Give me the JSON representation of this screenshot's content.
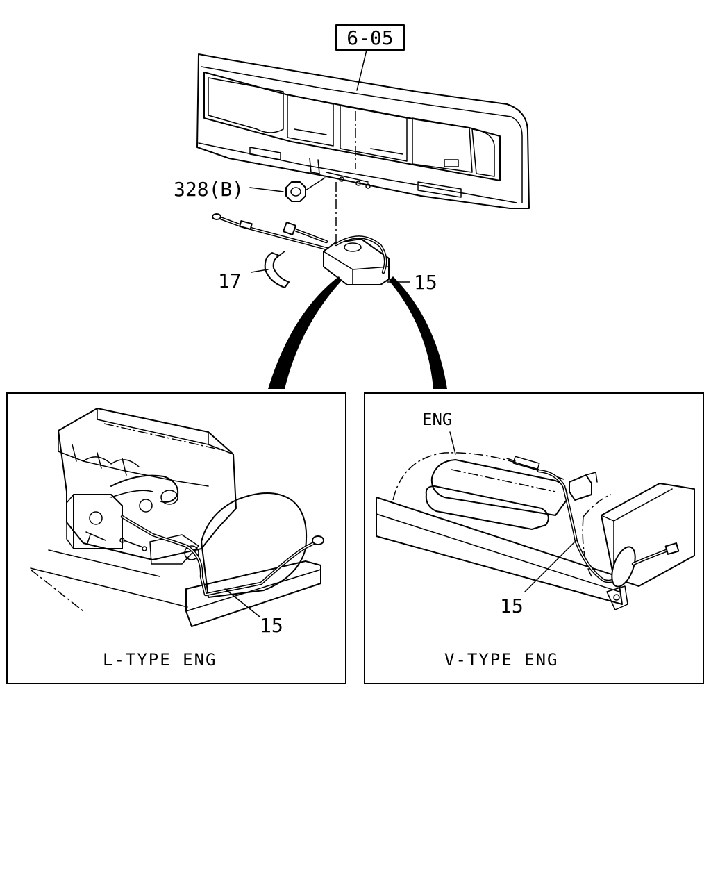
{
  "reference_box": {
    "label": "6-05"
  },
  "callouts": {
    "nut": "328(B)",
    "clip": "17",
    "harness_main": "15",
    "harness_l_type": "15",
    "harness_v_type": "15"
  },
  "panels": {
    "left": {
      "caption": "L-TYPE ENG"
    },
    "right": {
      "caption": "V-TYPE ENG",
      "eng_label": "ENG"
    }
  }
}
